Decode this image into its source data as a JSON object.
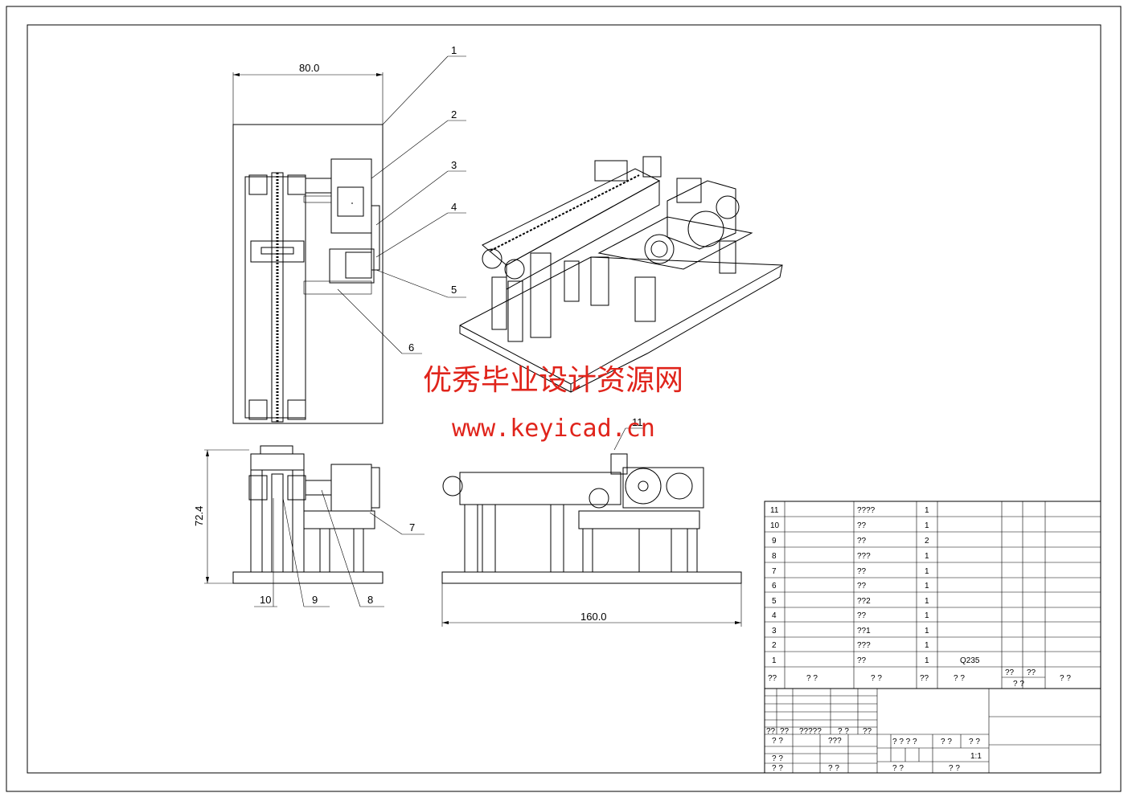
{
  "dimensions": {
    "top_width": "80.0",
    "side_height": "72.4",
    "front_width": "160.0"
  },
  "balloons": [
    "1",
    "2",
    "3",
    "4",
    "5",
    "6",
    "7",
    "8",
    "9",
    "10",
    "11"
  ],
  "watermark": {
    "title": "优秀毕业设计资源网",
    "url": "www.keyicad.cn"
  },
  "bom": {
    "rows": [
      {
        "no": "11",
        "name": "????",
        "qty": "1",
        "mat": ""
      },
      {
        "no": "10",
        "name": "??",
        "qty": "1",
        "mat": ""
      },
      {
        "no": "9",
        "name": "??",
        "qty": "2",
        "mat": ""
      },
      {
        "no": "8",
        "name": "???",
        "qty": "1",
        "mat": ""
      },
      {
        "no": "7",
        "name": "??",
        "qty": "1",
        "mat": ""
      },
      {
        "no": "6",
        "name": "??",
        "qty": "1",
        "mat": ""
      },
      {
        "no": "5",
        "name": "??2",
        "qty": "1",
        "mat": ""
      },
      {
        "no": "4",
        "name": "??",
        "qty": "1",
        "mat": ""
      },
      {
        "no": "3",
        "name": "??1",
        "qty": "1",
        "mat": ""
      },
      {
        "no": "2",
        "name": "???",
        "qty": "1",
        "mat": ""
      },
      {
        "no": "1",
        "name": "??",
        "qty": "1",
        "mat": "Q235"
      }
    ],
    "header": {
      "no": "??",
      "code": "?  ?",
      "name": "?  ?",
      "qty": "??",
      "mat": "?  ?",
      "w1": "??",
      "w2": "??",
      "w3": "?  ?",
      "remark": "?  ?"
    }
  },
  "title_block": {
    "row1": [
      "??",
      "??",
      "?????",
      "? ?",
      "??"
    ],
    "designer": "? ?",
    "d2": "???",
    "stage": "? ? ? ?",
    "weight": "? ?",
    "scale_label": "? ?",
    "scale": "1:1",
    "checker": "? ?",
    "approver": "? ?",
    "a2": "? ?",
    "sheet1": "?   ?",
    "sheet2": "?   ?"
  }
}
